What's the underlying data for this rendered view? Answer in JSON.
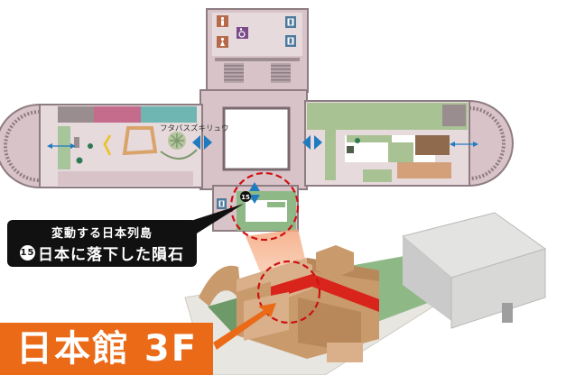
{
  "floor_title": "日本館 3F",
  "callout": {
    "exhibit_number": "15",
    "subtitle": "変動する日本列島",
    "title": "日本に落下した隕石"
  },
  "map_labels": {
    "futabasuzukiryu": "フタバスズキリュウ",
    "marker_number": "15"
  },
  "icons": {
    "restroom_men": "man-icon",
    "restroom_women": "woman-icon",
    "accessible_restroom": "wheelchair-icon",
    "elevators": [
      "elevator-icon",
      "elevator-icon",
      "elevator-icon"
    ],
    "connection_arrows": [
      "double-arrow-icon"
    ]
  },
  "colors": {
    "banner": "#ea6a18",
    "callout_bg": "#111111",
    "marker_ring": "#cc1111",
    "arrow_blue": "#1f7bc0",
    "floor_pink": "#d8c3c8",
    "zone_green": "#8fb887",
    "zone_pink": "#c56b8c",
    "zone_teal": "#6fb6b3",
    "building_tan": "#c99a6c",
    "building_red": "#d9241c"
  }
}
